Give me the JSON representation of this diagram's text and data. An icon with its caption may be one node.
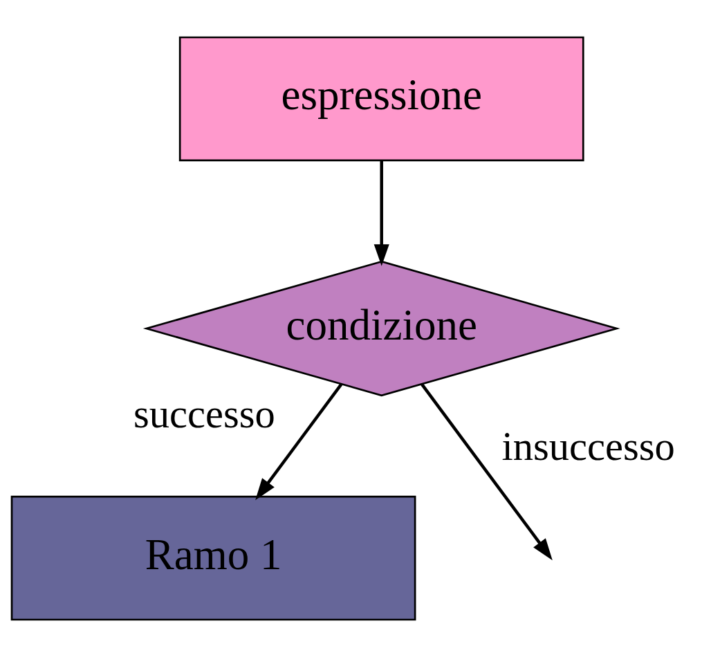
{
  "diagram": {
    "nodes": [
      {
        "text": [
          "espressione"
        ]
      },
      {
        "text": [
          "condizione"
        ]
      },
      {
        "text": [
          "Ramo 1"
        ]
      }
    ],
    "edges": [
      {
        "from": 0,
        "to": 1,
        "arrow": "to"
      },
      {
        "from": 1,
        "to": 2,
        "arrow": "to",
        "label": "successo"
      },
      {
        "from": 1,
        "to": null,
        "arrow": "to",
        "label": "insuccesso"
      }
    ]
  }
}
